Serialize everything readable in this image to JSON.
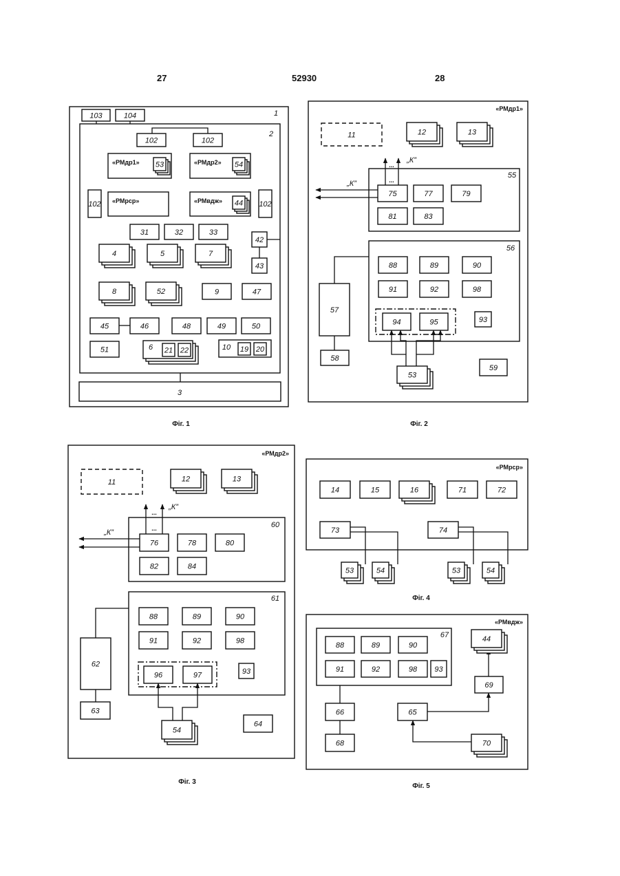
{
  "header": {
    "left_page": "27",
    "patent_number": "52930",
    "right_page": "28"
  },
  "fig1": {
    "caption": "Фіг. 1",
    "labels": {
      "outer": "1",
      "inner": "2",
      "base": "3"
    },
    "tags": {
      "rmdr1": "«РМдр1»",
      "rmdr2": "«РМдр2»",
      "rmsr": "«РМрср»",
      "rmvdzh": "«РМвдж»"
    },
    "blocks": {
      "b103": "103",
      "b104": "104",
      "b102a": "102",
      "b102b": "102",
      "b102l": "102",
      "b102r": "102",
      "b53": "53",
      "b54": "54",
      "b44": "44",
      "b31": "31",
      "b32": "32",
      "b33": "33",
      "b42": "42",
      "b43": "43",
      "b4": "4",
      "b5": "5",
      "b7": "7",
      "b8": "8",
      "b52": "52",
      "b9": "9",
      "b47": "47",
      "b45": "45",
      "b46": "46",
      "b48": "48",
      "b49": "49",
      "b50": "50",
      "b51": "51",
      "b6": "6",
      "b21": "21",
      "b22": "22",
      "b10": "10",
      "b19": "19",
      "b20": "20"
    }
  },
  "fig2": {
    "caption": "Фіг. 2",
    "tag": "«РМдр1»",
    "labels": {
      "l55": "55",
      "l56": "56",
      "k_right": "„К”",
      "k_left": "„К”",
      "dots": "..."
    },
    "blocks": {
      "b11": "11",
      "b12": "12",
      "b13": "13",
      "b75": "75",
      "b77": "77",
      "b79": "79",
      "b81": "81",
      "b83": "83",
      "b88": "88",
      "b89": "89",
      "b90": "90",
      "b91": "91",
      "b92": "92",
      "b98": "98",
      "b94": "94",
      "b95": "95",
      "b93": "93",
      "b57": "57",
      "b58": "58",
      "b53": "53",
      "b59": "59"
    }
  },
  "fig3": {
    "caption": "Фіг. 3",
    "tag": "«РМдр2»",
    "labels": {
      "l60": "60",
      "l61": "61",
      "k_right": "„К”",
      "k_left": "„К”",
      "dots": "..."
    },
    "blocks": {
      "b11": "11",
      "b12": "12",
      "b13": "13",
      "b76": "76",
      "b78": "78",
      "b80": "80",
      "b82": "82",
      "b84": "84",
      "b88": "88",
      "b89": "89",
      "b90": "90",
      "b91": "91",
      "b92": "92",
      "b98": "98",
      "b96": "96",
      "b97": "97",
      "b93": "93",
      "b62": "62",
      "b63": "63",
      "b54": "54",
      "b64": "64"
    }
  },
  "fig4": {
    "caption": "Фіг. 4",
    "tag": "«РМрср»",
    "blocks": {
      "b14": "14",
      "b15": "15",
      "b16": "16",
      "b71": "71",
      "b72": "72",
      "b73": "73",
      "b74": "74",
      "b53a": "53",
      "b54a": "54",
      "b53b": "53",
      "b54b": "54"
    }
  },
  "fig5": {
    "caption": "Фіг. 5",
    "tag": "«РМвдж»",
    "labels": {
      "l67": "67"
    },
    "blocks": {
      "b88": "88",
      "b89": "89",
      "b90": "90",
      "b91": "91",
      "b92": "92",
      "b98": "98",
      "b93": "93",
      "b44": "44",
      "b69": "69",
      "b65": "65",
      "b70": "70",
      "b66": "66",
      "b68": "68"
    }
  }
}
